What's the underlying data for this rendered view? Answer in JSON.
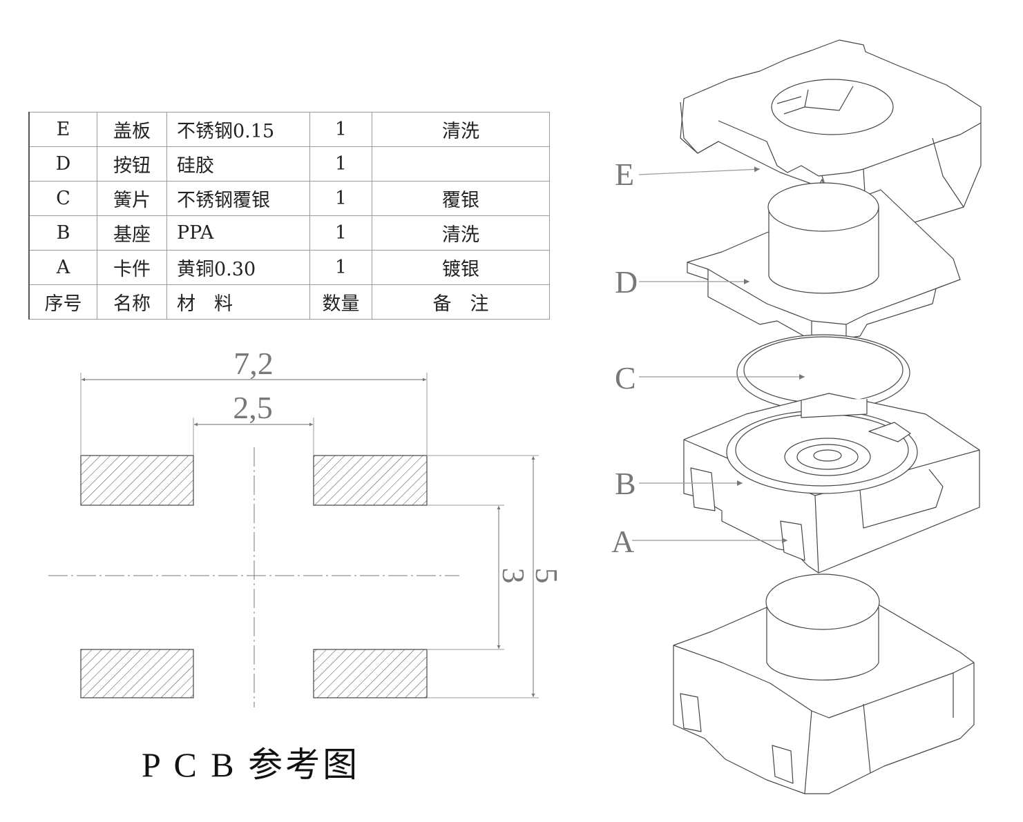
{
  "bom_table": {
    "rows": [
      {
        "id": "E",
        "name": "盖板",
        "material": "不锈钢0.15",
        "qty": "1",
        "note": "清洗"
      },
      {
        "id": "D",
        "name": "按钮",
        "material": "硅胶",
        "qty": "1",
        "note": ""
      },
      {
        "id": "C",
        "name": "簧片",
        "material": "不锈钢覆银",
        "qty": "1",
        "note": "覆银"
      },
      {
        "id": "B",
        "name": "基座",
        "material": "PPA",
        "qty": "1",
        "note": "清洗"
      },
      {
        "id": "A",
        "name": "卡件",
        "material": "黄铜0.30",
        "qty": "1",
        "note": "镀银"
      }
    ],
    "header": {
      "id": "序号",
      "name": "名称",
      "material": "材　料",
      "qty": "数量",
      "note": "备　注"
    }
  },
  "pcb_reference": {
    "title": "P C B 参考图",
    "dimensions": {
      "overall_width": "7,2",
      "inner_gap": "2,5",
      "inner_height": "3",
      "overall_height": "5"
    },
    "pad_count": 4
  },
  "exploded_view": {
    "labels": [
      "E",
      "D",
      "C",
      "B",
      "A"
    ],
    "parts": {
      "E": "cover plate",
      "D": "button",
      "C": "dome spring",
      "B": "base",
      "A": "clip"
    }
  },
  "colors": {
    "line": "#333333",
    "dimension": "#888888",
    "label": "#777777"
  }
}
